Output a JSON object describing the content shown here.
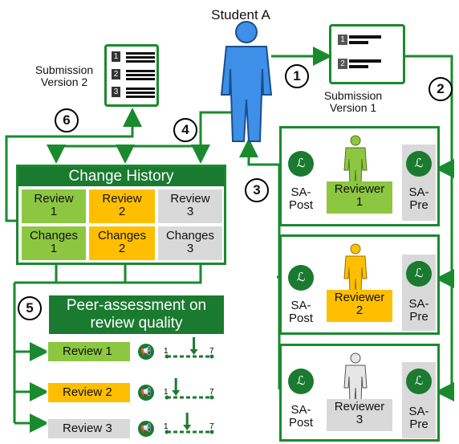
{
  "student": {
    "label": "Student A"
  },
  "submissions": {
    "v2": {
      "label": "Submission Version 2",
      "items": [
        "1",
        "2",
        "3"
      ]
    },
    "v1": {
      "label": "Submission Version 1",
      "items": [
        "1",
        "2"
      ]
    }
  },
  "steps": [
    "1",
    "2",
    "3",
    "4",
    "5",
    "6"
  ],
  "change_history": {
    "title": "Change History",
    "reviews": [
      "Review\n1",
      "Review\n2",
      "Review\n3"
    ],
    "changes": [
      "Changes\n1",
      "Changes\n2",
      "Changes\n3"
    ]
  },
  "reviewers": [
    {
      "post": "SA-\nPost",
      "name": "Reviewer\n1",
      "pre": "SA-\nPre",
      "color": "#8dc641"
    },
    {
      "post": "SA-\nPost",
      "name": "Reviewer\n2",
      "pre": "SA-\nPre",
      "color": "#ffbf00"
    },
    {
      "post": "SA-\nPost",
      "name": "Reviewer\n3",
      "pre": "SA-\nPre",
      "color": "#d9d9d9"
    }
  ],
  "peer": {
    "title": "Peer-assessment on review quality",
    "rows": [
      {
        "label": "Review 1",
        "scale_min": "1",
        "scale_max": "7",
        "rating_fraction": 0.6
      },
      {
        "label": "Review  2",
        "scale_min": "1",
        "scale_max": "7",
        "rating_fraction": 0.2
      },
      {
        "label": "Review 3",
        "scale_min": "1",
        "scale_max": "7",
        "rating_fraction": 0.45
      }
    ]
  },
  "icons": {
    "reviewer_icon": "person-list-icon",
    "feedback_icon": "megaphone-icon"
  },
  "colors": {
    "green": "#1a7a30",
    "light_green": "#8dc641",
    "yellow": "#ffbf00",
    "gray": "#d9d9d9",
    "blue": "#3d8fe8"
  }
}
